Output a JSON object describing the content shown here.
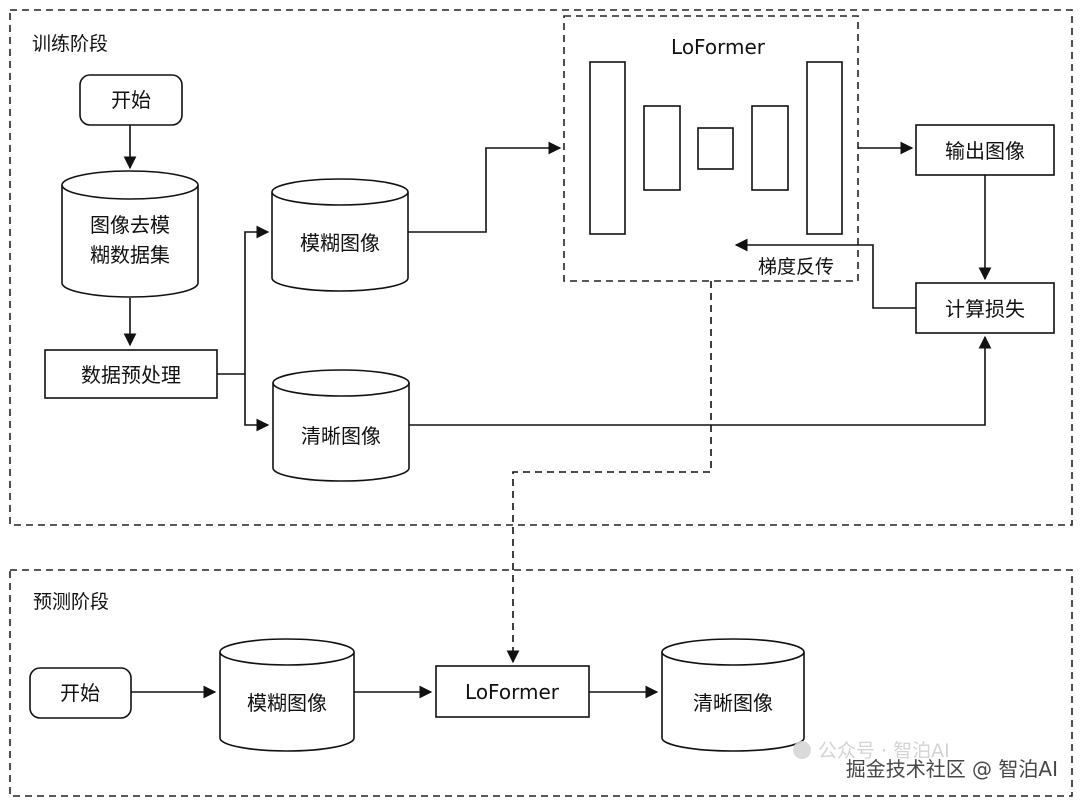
{
  "training": {
    "title": "训练阶段",
    "start": "开始",
    "dataset": [
      "图像去模",
      "糊数据集"
    ],
    "preprocess": "数据预处理",
    "blur_image": "模糊图像",
    "clear_image": "清晰图像",
    "model_title": "LoFormer",
    "output_image": "输出图像",
    "compute_loss": "计算损失",
    "backprop": "梯度反传"
  },
  "prediction": {
    "title": "预测阶段",
    "start": "开始",
    "blur_image": "模糊图像",
    "model": "LoFormer",
    "clear_image": "清晰图像"
  },
  "watermark": {
    "line1": "公众号 · 智泊AI",
    "line2": "掘金技术社区 @ 智泊AI"
  }
}
